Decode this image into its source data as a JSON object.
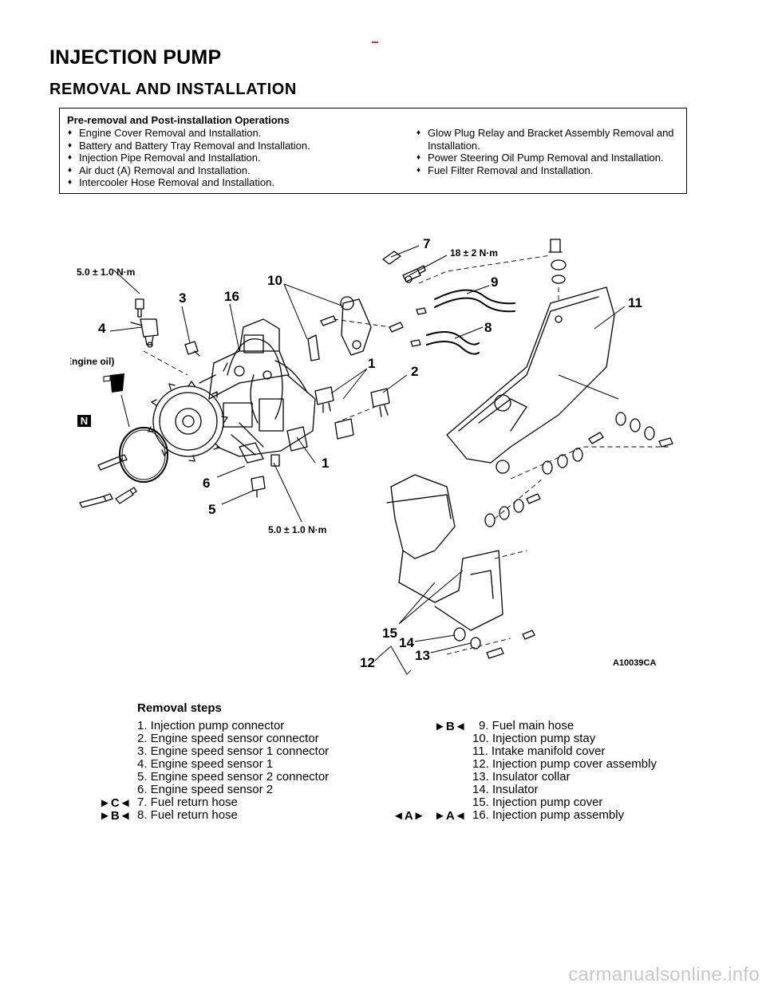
{
  "page": {
    "title": "INJECTION PUMP",
    "subtitle": "REMOVAL AND INSTALLATION"
  },
  "operations": {
    "title": "Pre-removal and Post-installation Operations",
    "left": [
      "Engine Cover Removal and Installation.",
      "Battery and Battery Tray Removal and Installation.",
      "Injection Pipe Removal and Installation.",
      "Air duct (A) Removal and Installation.",
      "Intercooler Hose Removal and Installation."
    ],
    "right": [
      "Glow Plug Relay and Bracket Assembly Removal and Installation.",
      "Power Steering Oil Pump Removal and Installation.",
      "Fuel Filter Removal and Installation."
    ]
  },
  "diagram": {
    "callouts": [
      "1",
      "1",
      "2",
      "3",
      "4",
      "5",
      "6",
      "7",
      "8",
      "9",
      "10",
      "11",
      "12",
      "13",
      "14",
      "15",
      "16"
    ],
    "torque_top_left": "5.0 ± 1.0 N·m",
    "torque_top_right": "18 ± 2 N·m",
    "torque_bottom": "5.0 ± 1.0 N·m",
    "engine_oil": "(Engine oil)",
    "n_mark": "N",
    "figure_code": "A10039CA"
  },
  "removal": {
    "title": "Removal steps",
    "left_steps": [
      "1. Injection pump connector",
      "2. Engine speed sensor connector",
      "3. Engine speed sensor 1 connector",
      "4. Engine speed sensor 1",
      "5. Engine speed sensor 2 connector",
      "6. Engine speed sensor 2",
      "7. Fuel return hose",
      "8. Fuel return hose"
    ],
    "right_steps": [
      "9. Fuel main hose",
      "10. Injection pump stay",
      "11. Intake manifold cover",
      "12. Injection pump cover assembly",
      "13. Insulator collar",
      "14. Insulator",
      "15. Injection pump cover",
      "16. Injection pump assembly"
    ],
    "marks": {
      "step7": "►C◄",
      "step8": "►B◄",
      "step9": "►B◄",
      "step16_removal": "◄A►",
      "step16_install": "►A◄"
    }
  },
  "watermark": "carmanualsonline.info"
}
